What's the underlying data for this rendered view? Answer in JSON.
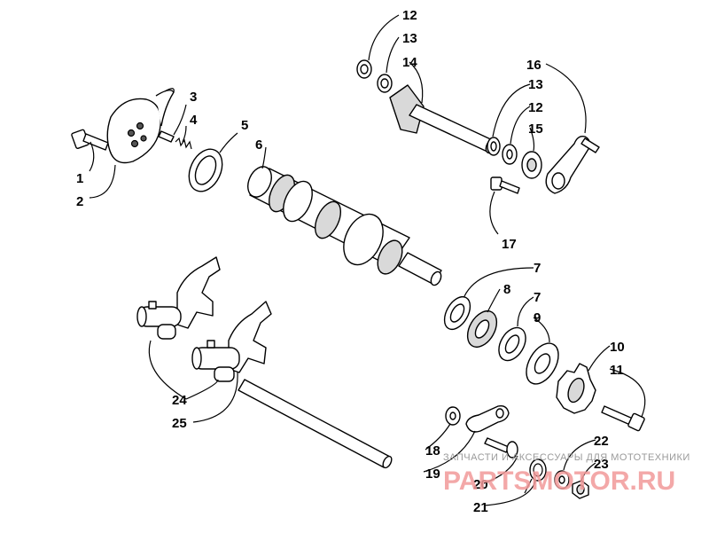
{
  "callouts": [
    "1",
    "2",
    "3",
    "4",
    "5",
    "6",
    "7",
    "7",
    "8",
    "9",
    "10",
    "11",
    "12",
    "12",
    "13",
    "13",
    "14",
    "15",
    "16",
    "17",
    "18",
    "19",
    "20",
    "21",
    "22",
    "23",
    "24",
    "25"
  ],
  "watermark": {
    "tagline": "ЗАПЧАСТИ И АКСЕССУАРЫ ДЛЯ МОТОТЕХНИКИ",
    "logo": "PARTSMOTOR.RU"
  }
}
